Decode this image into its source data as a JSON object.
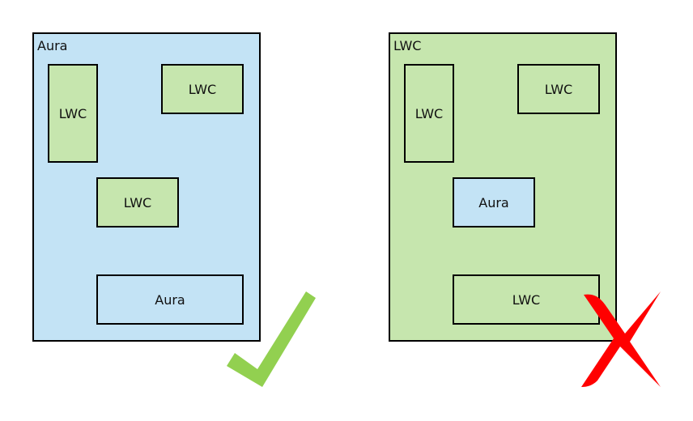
{
  "colors": {
    "aura": "#c3e3f5",
    "lwc": "#c6e6ae",
    "check": "#92d050",
    "cross": "#ff0000"
  },
  "left_panel": {
    "container_label": "Aura",
    "children": [
      "LWC",
      "LWC",
      "LWC",
      "Aura"
    ],
    "verdict": "checkmark"
  },
  "right_panel": {
    "container_label": "LWC",
    "children": [
      "LWC",
      "LWC",
      "Aura",
      "LWC"
    ],
    "verdict": "cross"
  }
}
